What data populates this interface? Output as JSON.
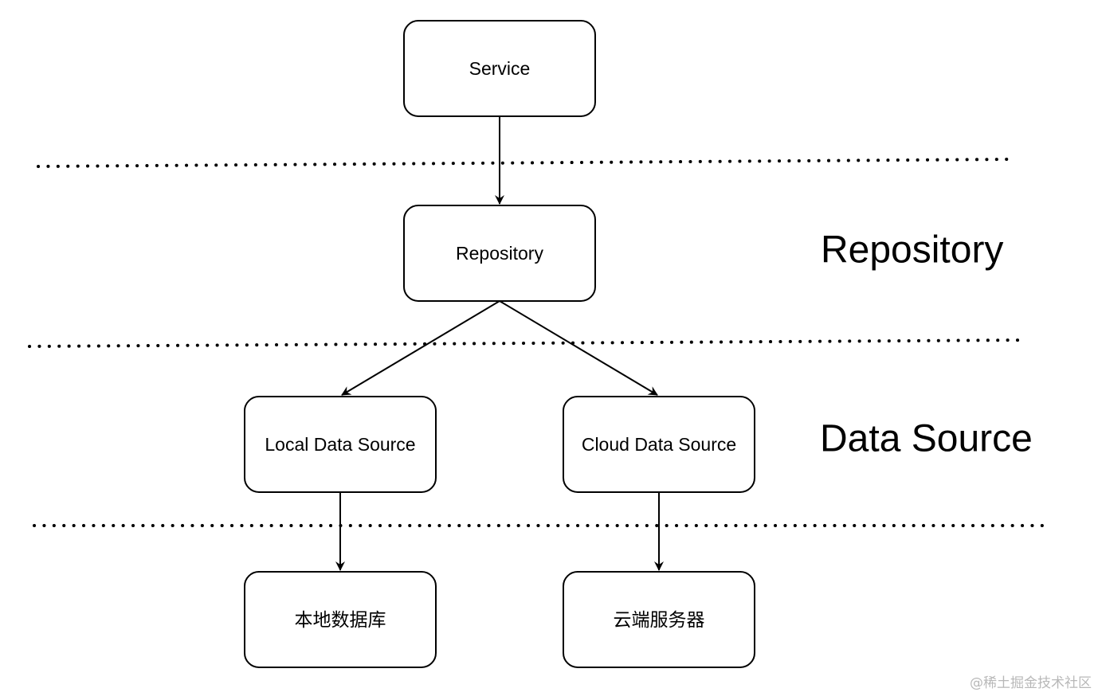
{
  "nodes": {
    "service": "Service",
    "repository": "Repository",
    "local_data_source": "Local Data Source",
    "cloud_data_source": "Cloud Data Source",
    "local_database": "本地数据库",
    "cloud_server": "云端服务器"
  },
  "layers": {
    "repository": "Repository",
    "data_source": "Data Source"
  },
  "watermark": "@稀土掘金技术社区",
  "colors": {
    "stroke": "#000000",
    "background": "#ffffff",
    "watermark": "#b8b8b8"
  }
}
